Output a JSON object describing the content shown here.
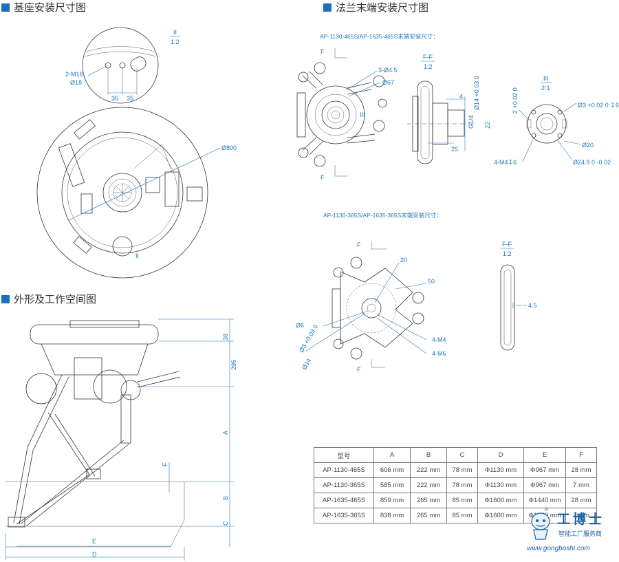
{
  "sections": {
    "base": "基座安装尺寸图",
    "flange": "法兰末端安装尺寸图",
    "outline": "外形及工作空间图"
  },
  "base_view": {
    "view_id": "II",
    "view_scale": "1:2",
    "bolt_label": "2-M16",
    "bore_label": "Ø18",
    "spacing_1": "35",
    "spacing_2": "35",
    "outer_dia": "Ø800",
    "marker": "II"
  },
  "flange_465": {
    "caption": "AP-1130-465S/AP-1635-465S末端安装尺寸：",
    "section_f_top": "F",
    "section_f_bottom": "F",
    "holes": "3-Ø4.5",
    "pcd": "Ø67",
    "detail_marker": "III",
    "ff_title": "F-F",
    "ff_scale": "1:2",
    "dim_4": "4",
    "dim_14": "Ø14 +0.03 0",
    "dim_g14": "G1/4",
    "dim_22": "22",
    "dim_25": "25",
    "detail_title": "III",
    "detail_scale": "2:1",
    "dim_2": "2 +0.02 0",
    "dim_3": "Ø3 +0.02 0 ↧6",
    "dim_20": "Ø20",
    "dim_m4": "4-M4↧6",
    "dim_249": "Ø24.9 0 -0.02"
  },
  "flange_365": {
    "caption": "AP-1130-365S/AP-1635-365S末端安装尺寸：",
    "section_f_top": "F",
    "section_f_bottom": "F",
    "dim_20": "20",
    "dim_50": "50",
    "dim_6": "Ø6",
    "dim_3": "Ø3 +0.03 0",
    "dim_14": "Ø14",
    "dim_m4": "4-M4",
    "dim_m6": "4-M6",
    "ff_title": "F-F",
    "ff_scale": "1:2",
    "dim_45": "4.5"
  },
  "outline": {
    "dim_38": "38",
    "dim_295": "295",
    "dim_A": "A",
    "dim_B": "B",
    "dim_C": "C",
    "dim_E": "E",
    "dim_D": "D",
    "dim_F": "F"
  },
  "spec_table": {
    "headers": [
      "型号",
      "A",
      "B",
      "C",
      "D",
      "E",
      "F"
    ],
    "rows": [
      [
        "AP-1130-465S",
        "606 mm",
        "222 mm",
        "78 mm",
        "Φ1130 mm",
        "Φ967 mm",
        "28 mm"
      ],
      [
        "AP-1130-365S",
        "585 mm",
        "222 mm",
        "78 mm",
        "Φ1130 mm",
        "Φ967 mm",
        "7 mm"
      ],
      [
        "AP-1635-465S",
        "859 mm",
        "265 mm",
        "85 mm",
        "Φ1600 mm",
        "Φ1440 mm",
        "28 mm"
      ],
      [
        "AP-1635-365S",
        "838 mm",
        "265 mm",
        "85 mm",
        "Φ1600 mm",
        "Φ1440 mm",
        "7 mm"
      ]
    ]
  },
  "logo": {
    "name": "工博士",
    "tagline": "智能工厂服务商",
    "url": "www.gongboshi.com",
    "registered": "®"
  },
  "colors": {
    "accent": "#1f6fb5",
    "dimension": "#1d78b8",
    "line": "#333333"
  }
}
